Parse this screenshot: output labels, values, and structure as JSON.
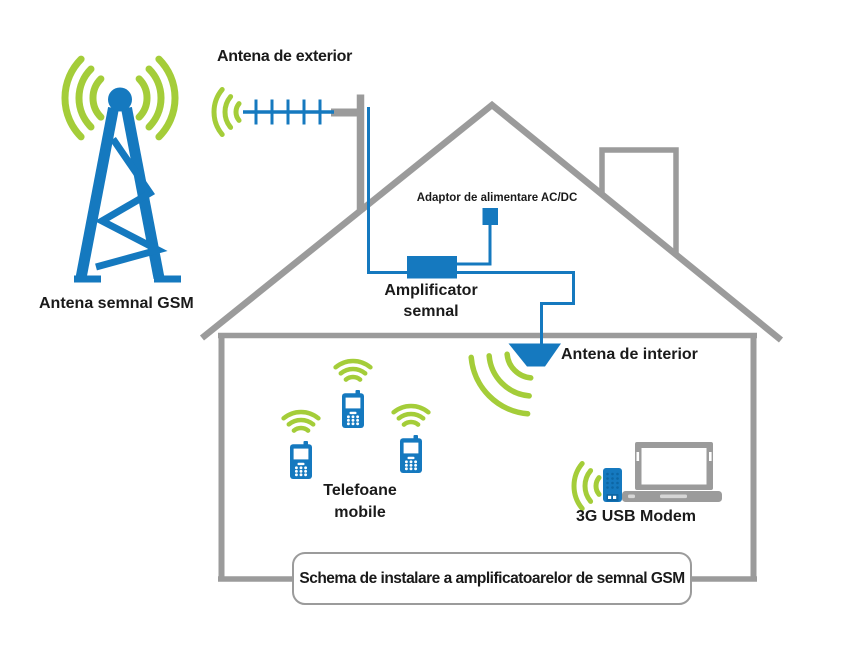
{
  "colors": {
    "blue": "#1579bf",
    "green": "#a4cd39",
    "gray": "#9b9b9b",
    "text": "#1a1a1a"
  },
  "components": {
    "gsm_tower": {
      "label": "Antena semnal GSM"
    },
    "exterior_antenna": {
      "label": "Antena de exterior"
    },
    "power_adapter": {
      "label": "Adaptor de alimentare AC/DC"
    },
    "amplifier": {
      "label": "Amplificator\nsemnal"
    },
    "interior_antenna": {
      "label": "Antena de interior"
    },
    "mobile_phones": {
      "label": "Telefoane\nmobile",
      "count": 3
    },
    "usb_modem": {
      "label": "3G USB Modem"
    },
    "caption": {
      "label": "Schema de instalare a amplificatoarelor de semnal GSM"
    }
  }
}
